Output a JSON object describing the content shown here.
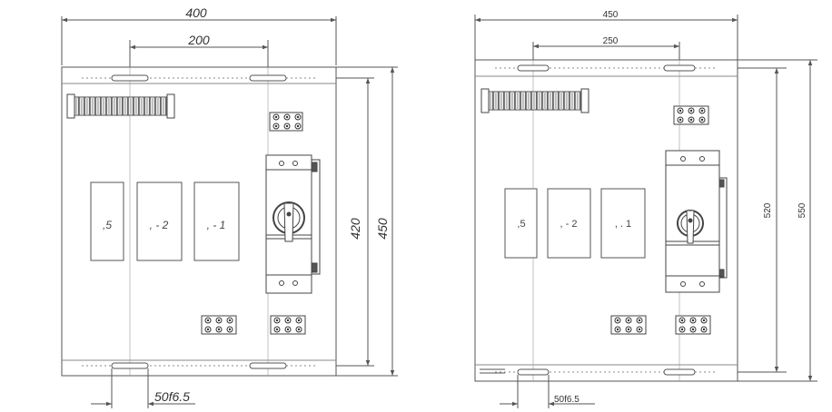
{
  "left_drawing": {
    "width_dim": "400",
    "hole_spacing_dim": "200",
    "height_inner_dim": "420",
    "height_outer_dim": "450",
    "slot_dim": "50f6.5",
    "box_labels": [
      ",5",
      ", - 2",
      ", - 1"
    ]
  },
  "right_drawing": {
    "width_dim": "450",
    "hole_spacing_dim": "250",
    "height_inner_dim": "520",
    "height_outer_dim": "550",
    "slot_dim": "50f6.5",
    "box_labels": [
      ",5",
      ", - 2",
      ", . 1"
    ]
  },
  "colors": {
    "line": "#555555",
    "fill": "#ffffff",
    "component_fill": "#f4f4f4"
  }
}
